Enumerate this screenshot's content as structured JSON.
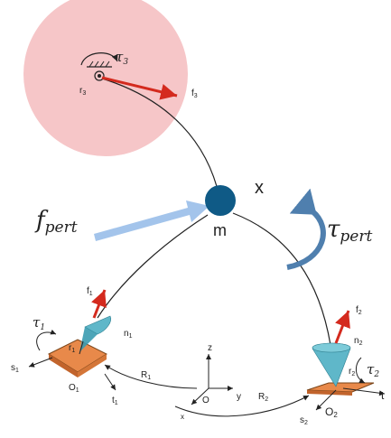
{
  "diagram": {
    "labels": {
      "tau3": "τ",
      "tau3_sub": "3",
      "r3": "r",
      "r3_sub": "3",
      "f3": "f",
      "f3_sub": "3",
      "x": "x",
      "m": "m",
      "f_pert": "f",
      "f_pert_sub": "pert",
      "tau_pert": "τ",
      "tau_pert_sub": "pert",
      "f1": "f",
      "f1_sub": "1",
      "n1": "n",
      "n1_sub": "1",
      "tau1": "τ",
      "tau1_sub": "1",
      "r1": "r",
      "r1_sub": "1",
      "s1": "s",
      "s1_sub": "1",
      "O1": "O",
      "O1_sub": "1",
      "t1": "t",
      "t1_sub": "1",
      "R1": "R",
      "R1_sub": "1",
      "z": "z",
      "O": "O",
      "y": "y",
      "x_axis": "x",
      "R2": "R",
      "R2_sub": "2",
      "f2": "f",
      "f2_sub": "2",
      "n2": "n",
      "n2_sub": "2",
      "r2": "r",
      "r2_sub": "2",
      "tau2": "τ",
      "tau2_sub": "2",
      "t": "t",
      "s2": "s",
      "s2_sub": "2",
      "O2": "O",
      "O2_sub": "2"
    },
    "colors": {
      "workspace_circle": "#f6c6c8",
      "mass": "#0f5a86",
      "force_arrow": "#d42a1e",
      "pert_arrow": "#9ec1ea",
      "tau_pert_arrow": "#4f7fae",
      "cone": "#5fb7c9",
      "plate": "#e8894a",
      "line": "#222222"
    }
  }
}
